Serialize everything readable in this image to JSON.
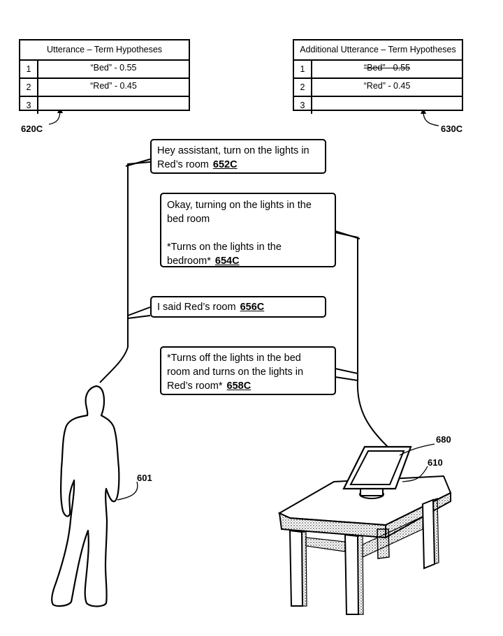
{
  "table_left": {
    "header": "Utterance – Term Hypotheses",
    "rows": [
      {
        "num": "1",
        "value": "“Bed” - 0.55"
      },
      {
        "num": "2",
        "value": "“Red” - 0.45"
      },
      {
        "num": "3",
        "value": ""
      }
    ],
    "ref": "620C"
  },
  "table_right": {
    "header": "Additional Utterance – Term Hypotheses",
    "rows": [
      {
        "num": "1",
        "value": "“Bed” - 0.55",
        "struck": true
      },
      {
        "num": "2",
        "value": "“Red” - 0.45"
      },
      {
        "num": "3",
        "value": ""
      }
    ],
    "ref": "630C"
  },
  "bubbles": {
    "b652": {
      "lines": [
        "Hey assistant, turn on the lights in",
        "Red’s room"
      ],
      "ref": "652C"
    },
    "b654": {
      "lines": [
        "Okay, turning on the lights in the",
        "bed room",
        "*Turns on the lights in the",
        "bedroom*"
      ],
      "ref": "654C"
    },
    "b656": {
      "lines": [
        "I said Red’s room"
      ],
      "ref": "656C"
    },
    "b658": {
      "lines": [
        "*Turns off the lights in the bed",
        "room and turns on the lights in",
        "Red’s room*"
      ],
      "ref": "658C"
    }
  },
  "labels": {
    "user": "601",
    "device_screen": "680",
    "device": "610"
  }
}
